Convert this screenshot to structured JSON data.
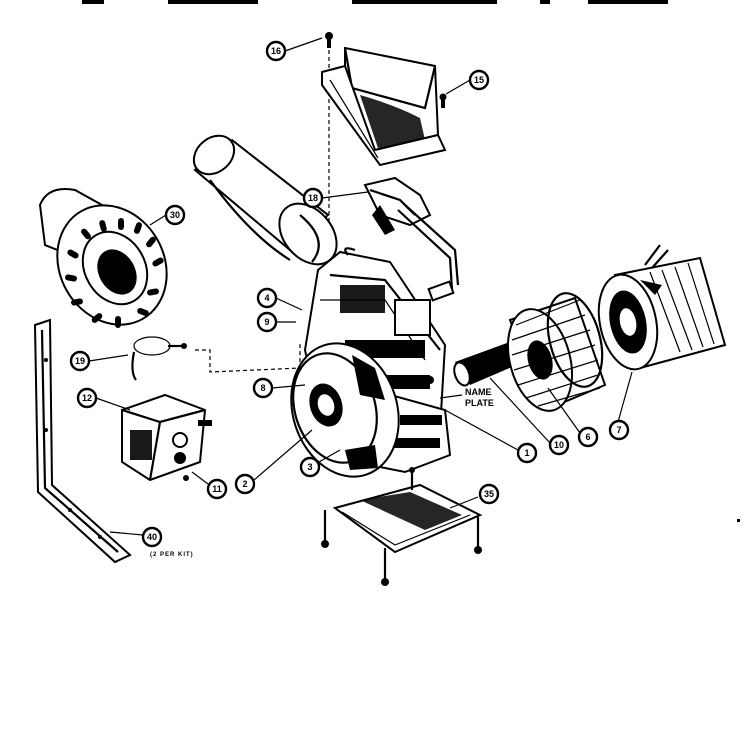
{
  "diagram": {
    "callouts": [
      {
        "id": "c16",
        "label": "16"
      },
      {
        "id": "c15",
        "label": "15"
      },
      {
        "id": "c18",
        "label": "18"
      },
      {
        "id": "c30",
        "label": "30"
      },
      {
        "id": "c4",
        "label": "4"
      },
      {
        "id": "c9",
        "label": "9"
      },
      {
        "id": "c19",
        "label": "19"
      },
      {
        "id": "c8",
        "label": "8"
      },
      {
        "id": "c12",
        "label": "12"
      },
      {
        "id": "c2",
        "label": "2"
      },
      {
        "id": "c3",
        "label": "3"
      },
      {
        "id": "c11",
        "label": "11"
      },
      {
        "id": "c1",
        "label": "1"
      },
      {
        "id": "c10",
        "label": "10"
      },
      {
        "id": "c6",
        "label": "6"
      },
      {
        "id": "c7",
        "label": "7"
      },
      {
        "id": "c35",
        "label": "35"
      },
      {
        "id": "c40",
        "label": "40"
      }
    ],
    "name_plate_line1": "NAME",
    "name_plate_line2": "PLATE",
    "bracket_note": "(2 PER KIT)"
  }
}
